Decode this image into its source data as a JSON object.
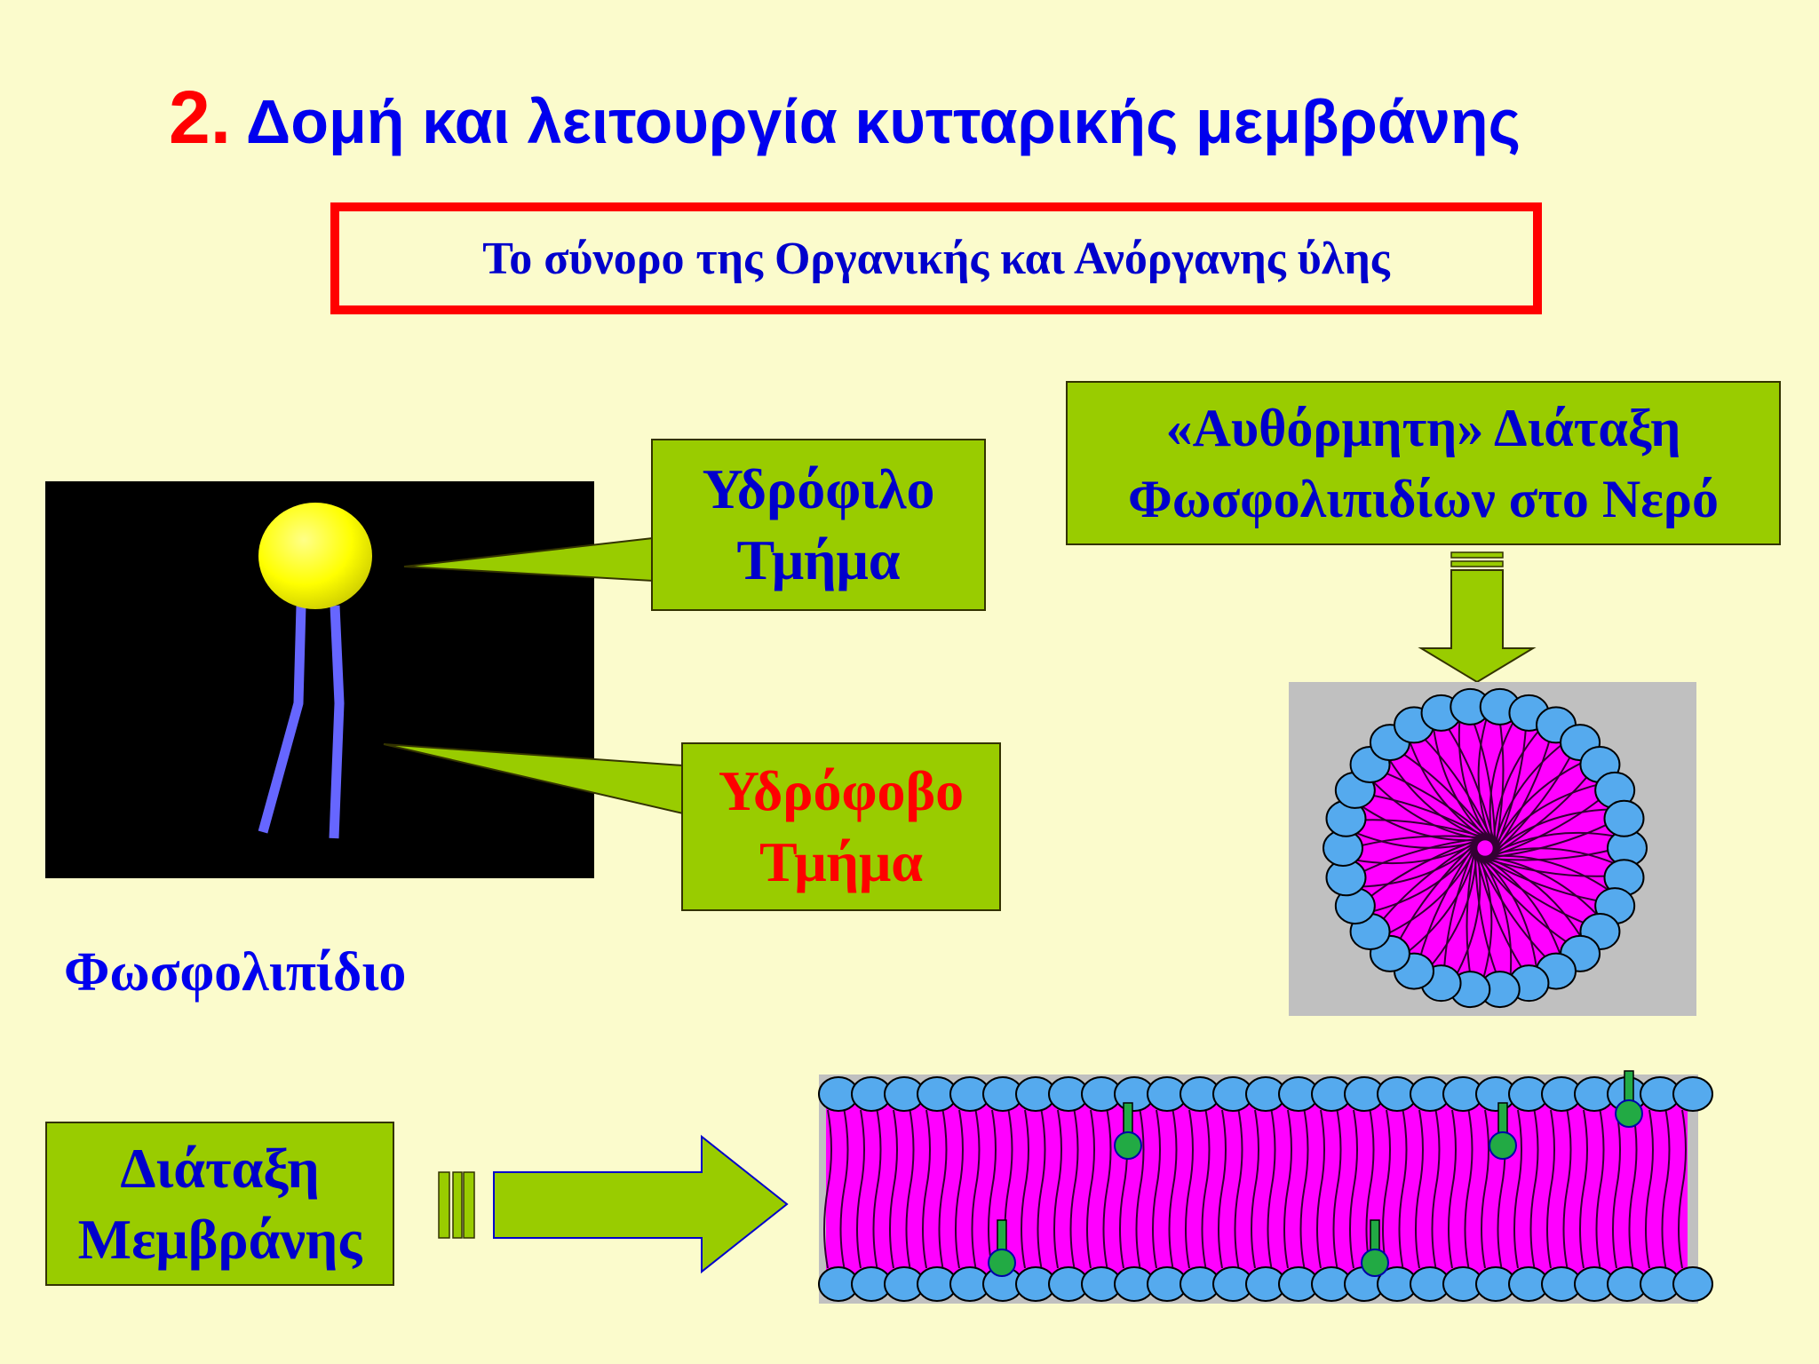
{
  "slide": {
    "title_number": "2.",
    "title_text": " Δομή και λειτουργία κυτταρικής μεμβράνης",
    "subtitle": "Το σύνορο της Οργανικής και Ανόργανης ύλης"
  },
  "labels": {
    "hydrophilic_line1": "Υδρόφιλο",
    "hydrophilic_line2": "Τμήμα",
    "hydrophobic_line1": "Υδρόφοβο",
    "hydrophobic_line2": "Τμήμα",
    "spontaneous_line1": "«Αυθόρμητη» Διάταξη",
    "spontaneous_line2": "Φωσφολιπιδίων στο Νερό",
    "phospholipid": "Φωσφολιπίδιο",
    "membrane_line1": "Διάταξη",
    "membrane_line2": "Μεμβράνης"
  },
  "colors": {
    "background": "#fbfbcc",
    "title_blue": "#0000ee",
    "title_number_red": "#ff0000",
    "box_green": "#99cc00",
    "head_yellow": "#ffff00",
    "tail_blue": "#6666ff",
    "lipid_magenta": "#ff00ff",
    "head_lightblue": "#55aaee",
    "protein_green": "#22aa44"
  }
}
